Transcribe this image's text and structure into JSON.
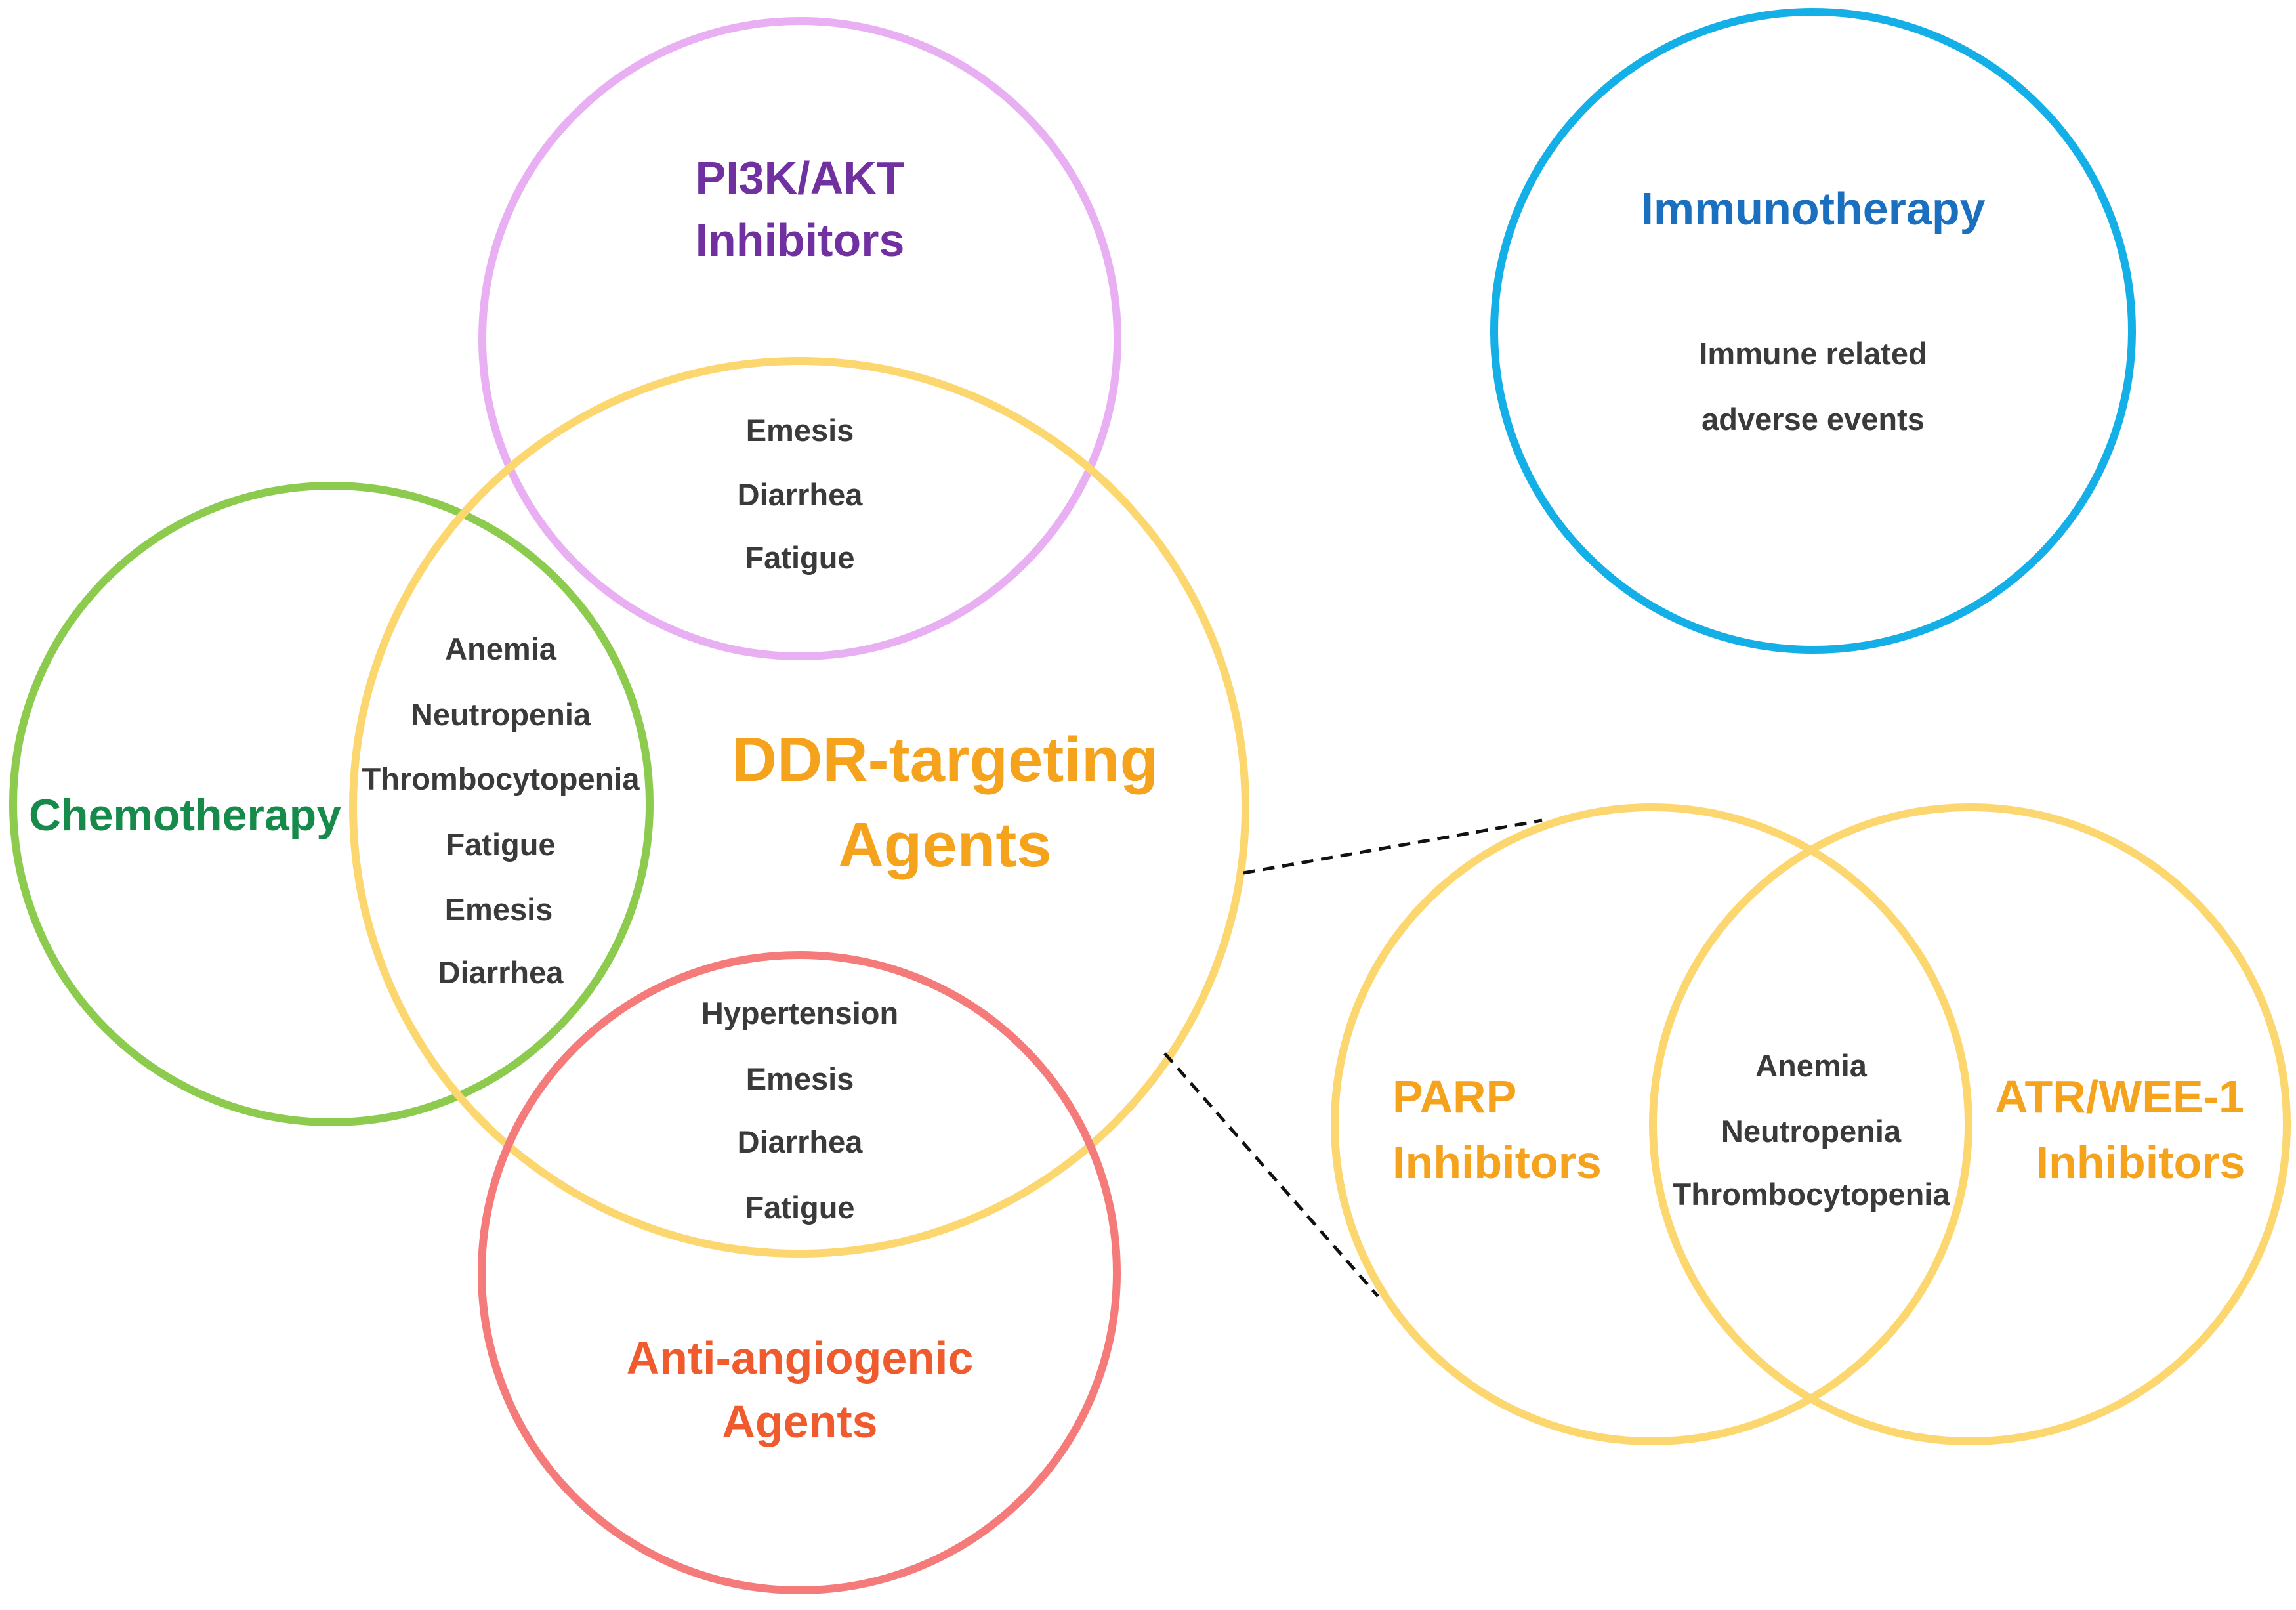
{
  "circles": {
    "pi3k": {
      "title_line1": "PI3K/AKT",
      "title_line2": "Inhibitors",
      "stroke": "#E8B0F2",
      "text_color": "#7030A0"
    },
    "immuno": {
      "title": "Immunotherapy",
      "stroke": "#15AFE8",
      "text_color": "#1A6FBF",
      "items": [
        "Immune related",
        "adverse events"
      ]
    },
    "chemo": {
      "title": "Chemotherapy",
      "stroke": "#8DCB4E",
      "text_color": "#168A4A"
    },
    "ddr": {
      "title_line1": "DDR-targeting",
      "title_line2": "Agents",
      "stroke": "#FCD770",
      "text_color": "#F5A21D"
    },
    "antiangio": {
      "title_line1": "Anti-angiogenic",
      "title_line2": "Agents",
      "stroke": "#F57A7A",
      "text_color": "#F05B2E"
    },
    "parp": {
      "title_line1": "PARP",
      "title_line2": "Inhibitors",
      "stroke": "#FCD770",
      "text_color": "#F5A21D"
    },
    "atr": {
      "title_line1": "ATR/WEE-1",
      "title_line2": "Inhibitors",
      "stroke": "#FCD770",
      "text_color": "#F5A21D"
    }
  },
  "overlaps": {
    "pi3k_ddr": [
      "Emesis",
      "Diarrhea",
      "Fatigue"
    ],
    "chemo_ddr": [
      "Anemia",
      "Neutropenia",
      "Thrombocytopenia",
      "Fatigue",
      "Emesis",
      "Diarrhea"
    ],
    "antiangio_ddr": [
      "Hypertension",
      "Emesis",
      "Diarrhea",
      "Fatigue"
    ],
    "parp_atr": [
      "Anemia",
      "Neutropenia",
      "Thrombocytopenia"
    ]
  }
}
